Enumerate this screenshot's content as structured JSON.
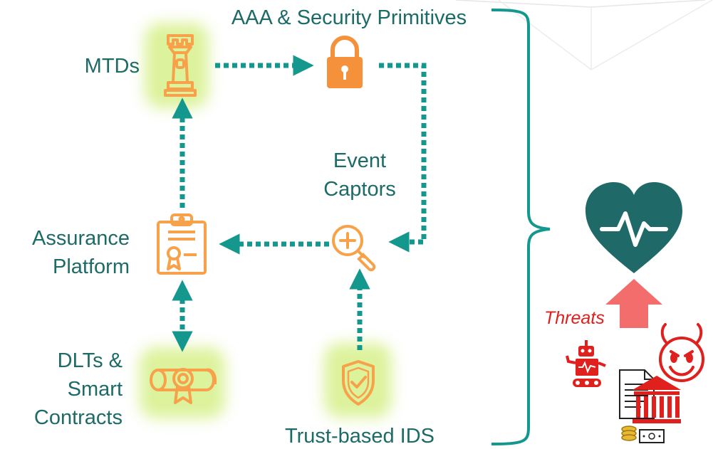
{
  "labels": {
    "aaa": "AAA & Security Primitives",
    "mtds": "MTDs",
    "event_line1": "Event",
    "event_line2": "Captors",
    "assurance_line1": "Assurance",
    "assurance_line2": "Platform",
    "dlt_line1": "DLTs &",
    "dlt_line2": "Smart",
    "dlt_line3": "Contracts",
    "ids": "Trust-based IDS",
    "threats": "Threats"
  },
  "colors": {
    "teal": "#1c6b67",
    "arrow": "#14978c",
    "icon_orange": "#f7a24a",
    "lock_orange": "#f5913a",
    "glow": "#d6f08a",
    "heart": "#1f6a68",
    "threat_red": "#e0201c",
    "threat_arrow": "#f46d6d"
  },
  "icons": [
    "castle-tower-icon",
    "lock-icon",
    "magnifier-plus-icon",
    "certificate-clipboard-icon",
    "diploma-scroll-icon",
    "shield-check-icon",
    "heartbeat-icon",
    "robot-icon",
    "devil-face-icon",
    "document-icon",
    "bank-icon",
    "money-icon"
  ]
}
